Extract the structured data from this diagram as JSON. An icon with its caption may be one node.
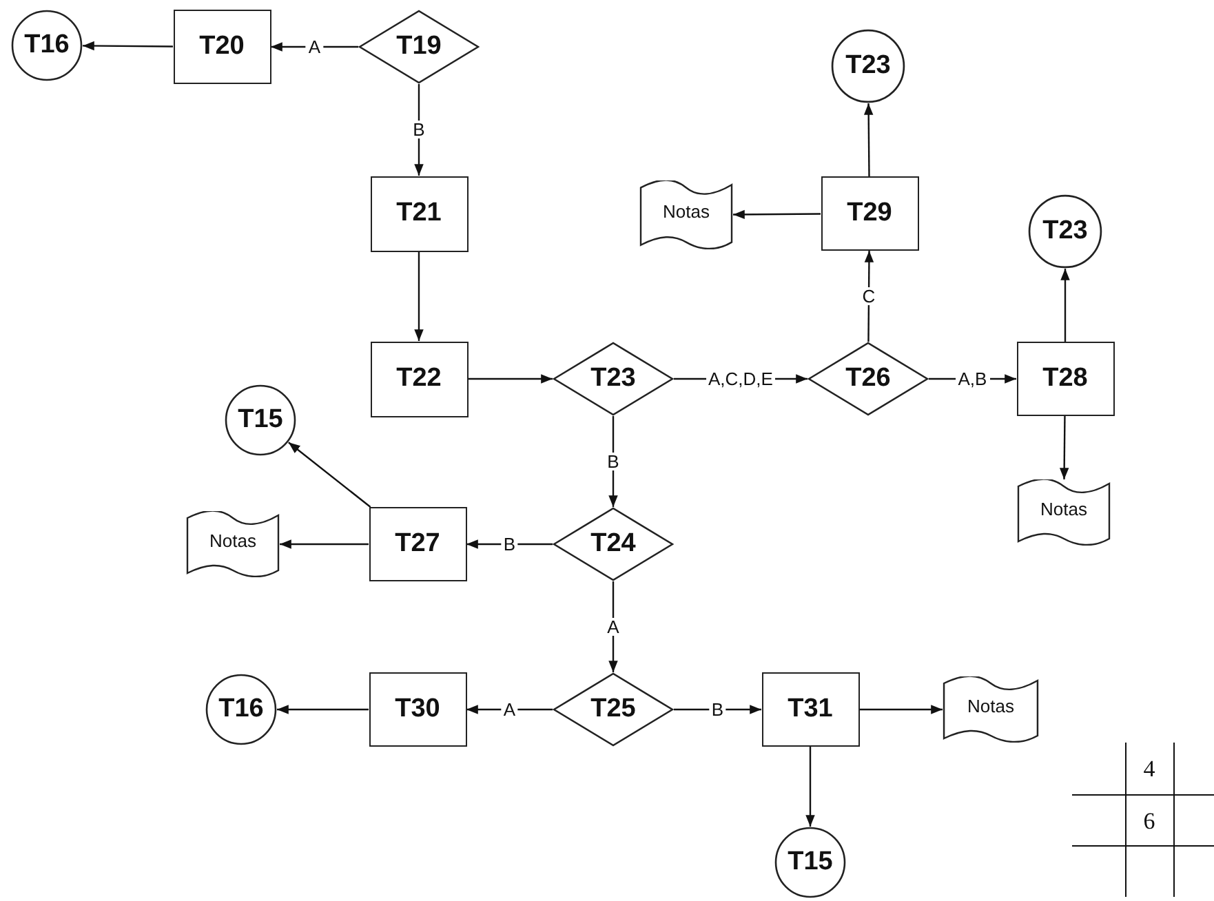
{
  "diagram": {
    "nodes": [
      {
        "text": [
          "T16"
        ]
      },
      {
        "text": [
          "T20"
        ]
      },
      {
        "text": [
          "T19"
        ]
      },
      {
        "text": [
          "T21"
        ]
      },
      {
        "text": [
          "T23"
        ]
      },
      {
        "text": [
          "Notas"
        ]
      },
      {
        "text": [
          "T29"
        ]
      },
      {
        "text": [
          "T23"
        ]
      },
      {
        "text": [
          "T22"
        ]
      },
      {
        "text": [
          "T23"
        ]
      },
      {
        "text": [
          "T26"
        ]
      },
      {
        "text": [
          "T28"
        ]
      },
      {
        "text": [
          "T15"
        ]
      },
      {
        "text": [
          "Notas"
        ]
      },
      {
        "text": [
          "T27"
        ]
      },
      {
        "text": [
          "T24"
        ]
      },
      {
        "text": [
          "Notas"
        ]
      },
      {
        "text": [
          "T16"
        ]
      },
      {
        "text": [
          "T30"
        ]
      },
      {
        "text": [
          "T25"
        ]
      },
      {
        "text": [
          "T31"
        ]
      },
      {
        "text": [
          "Notas"
        ]
      },
      {
        "text": [
          "T15"
        ]
      }
    ],
    "edges": [
      {
        "from": 1,
        "to": 0,
        "arrow": "to"
      },
      {
        "from": 2,
        "to": 1,
        "arrow": "to",
        "label": "A"
      },
      {
        "from": 2,
        "to": 3,
        "arrow": "to",
        "label": "B"
      },
      {
        "from": 3,
        "to": 8,
        "arrow": "to"
      },
      {
        "from": 8,
        "to": 9,
        "arrow": "to"
      },
      {
        "from": 9,
        "to": 10,
        "arrow": "to",
        "label": "A,C,D,E"
      },
      {
        "from": 10,
        "to": 6,
        "arrow": "to",
        "label": "C"
      },
      {
        "from": 6,
        "to": 4,
        "arrow": "to"
      },
      {
        "from": 6,
        "to": 5,
        "arrow": "to"
      },
      {
        "from": 10,
        "to": 11,
        "arrow": "to",
        "label": "A,B"
      },
      {
        "from": 11,
        "to": 7,
        "arrow": "to"
      },
      {
        "from": 11,
        "to": 16,
        "arrow": "to"
      },
      {
        "from": 9,
        "to": 15,
        "arrow": "to",
        "label": "B"
      },
      {
        "from": 14,
        "to": 12,
        "arrow": "to"
      },
      {
        "from": 15,
        "to": 14,
        "arrow": "to",
        "label": "B"
      },
      {
        "from": 14,
        "to": 13,
        "arrow": "to"
      },
      {
        "from": 15,
        "to": 19,
        "arrow": "to",
        "label": "A"
      },
      {
        "from": 19,
        "to": 18,
        "arrow": "to",
        "label": "A"
      },
      {
        "from": 18,
        "to": 17,
        "arrow": "to"
      },
      {
        "from": 19,
        "to": 20,
        "arrow": "to",
        "label": "B"
      },
      {
        "from": 20,
        "to": 21,
        "arrow": "to"
      },
      {
        "from": 20,
        "to": 22,
        "arrow": "to"
      }
    ],
    "labels": [
      "4",
      "6"
    ]
  }
}
